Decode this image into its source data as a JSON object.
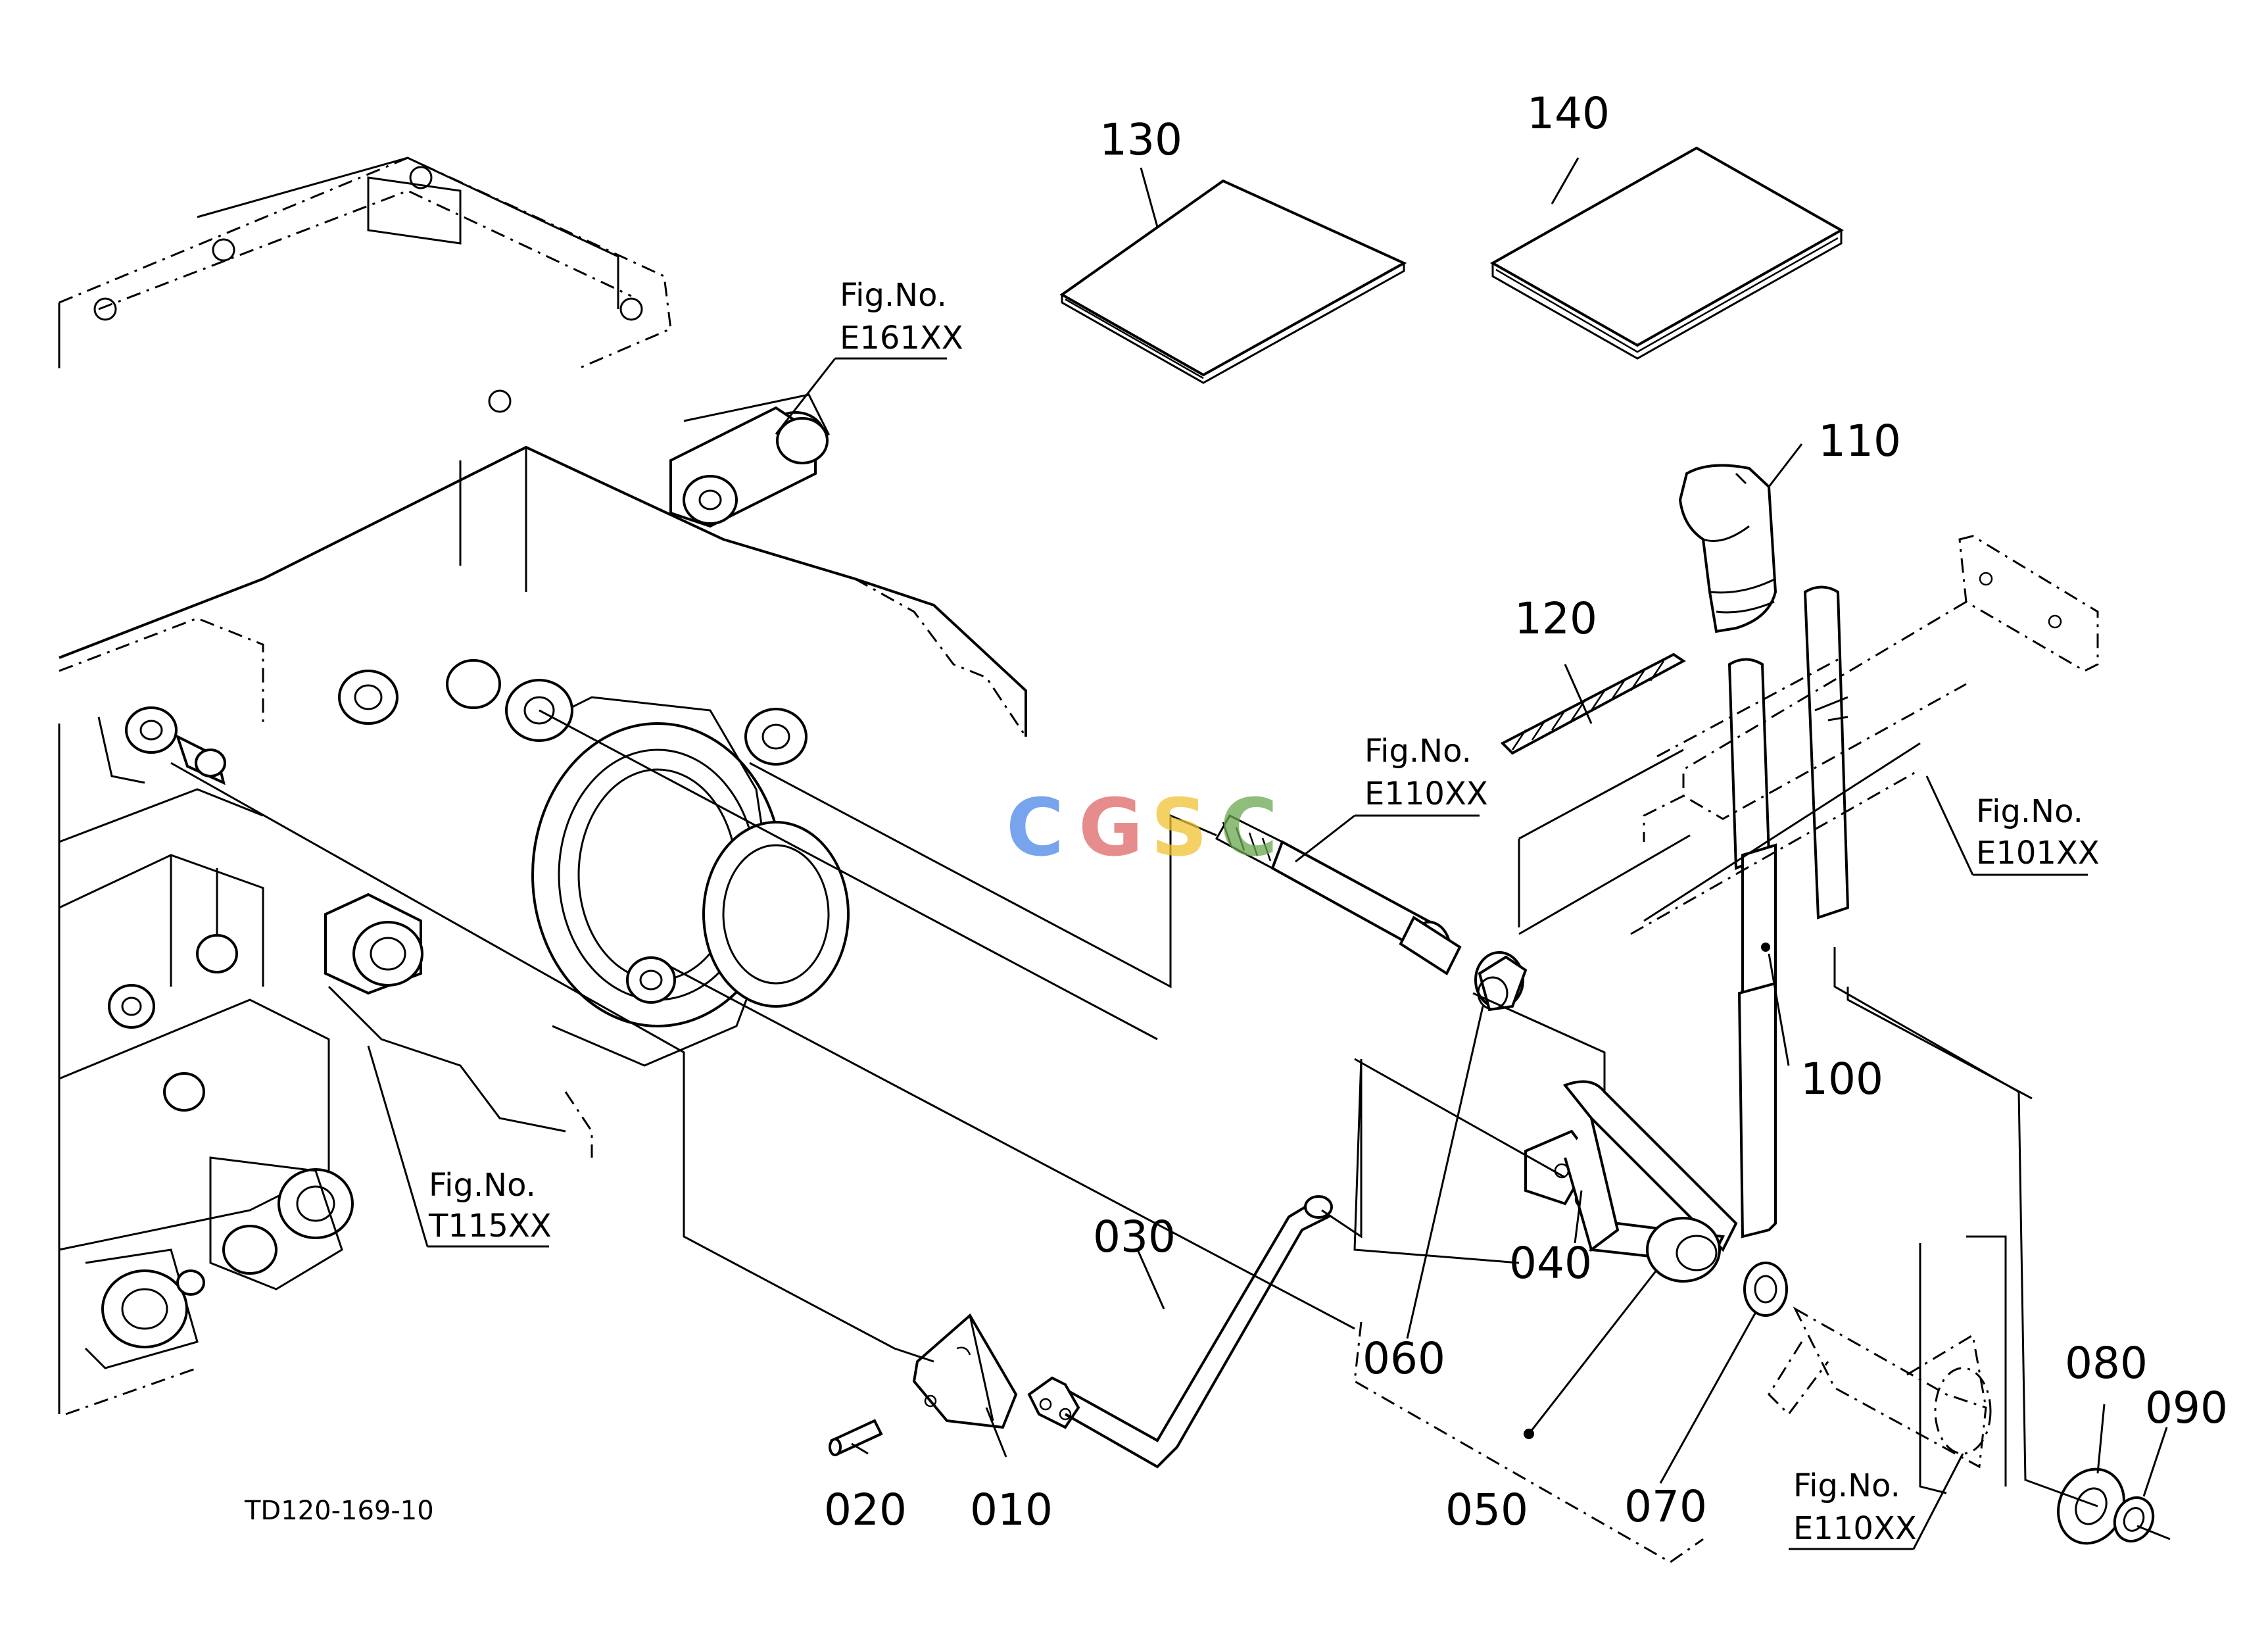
{
  "drawing_code": "TD120-169-10",
  "watermark": "CGSC",
  "watermark_colors": [
    "#4a86e8",
    "#e06666",
    "#f1c232",
    "#6aa84f"
  ],
  "part_labels": {
    "p010": "010",
    "p020": "020",
    "p030": "030",
    "p040": "040",
    "p050": "050",
    "p060": "060",
    "p070": "070",
    "p080": "080",
    "p090": "090",
    "p100": "100",
    "p110": "110",
    "p120": "120",
    "p130": "130",
    "p140": "140"
  },
  "figure_refs": {
    "fig_prefix": "Fig.No.",
    "e161": "E161XX",
    "e110_upper": "E110XX",
    "e101": "E101XX",
    "t115": "T115XX",
    "e110_lower": "E110XX"
  }
}
